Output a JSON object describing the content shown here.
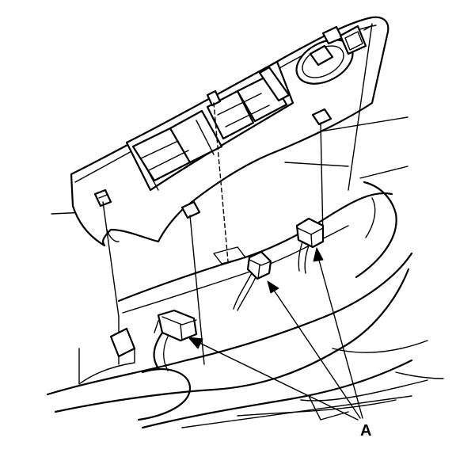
{
  "diagram": {
    "callout_label": "A",
    "parts": [
      {
        "icon": "power-window-master-switch-panel"
      },
      {
        "icon": "connector-left"
      },
      {
        "icon": "connector-center"
      },
      {
        "icon": "connector-right"
      },
      {
        "icon": "door-armrest-trim"
      }
    ],
    "colors": {
      "line": "#000000",
      "background": "#ffffff"
    }
  }
}
